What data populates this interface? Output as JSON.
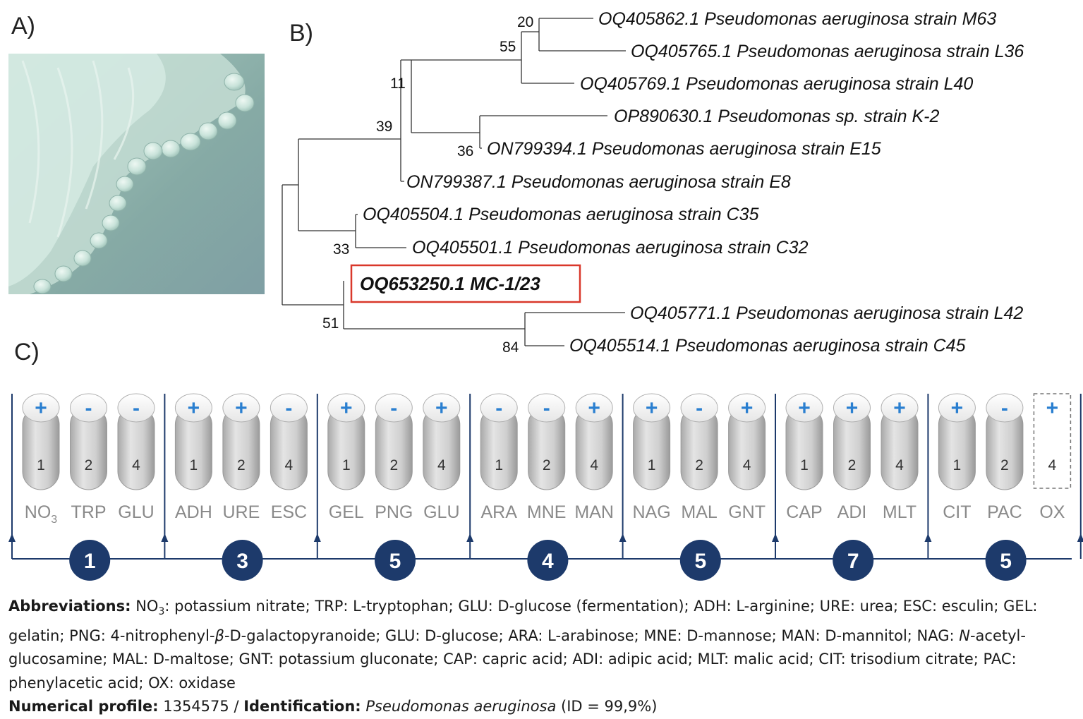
{
  "panels": {
    "a": "A)",
    "b": "B)",
    "c": "C)"
  },
  "tree": {
    "leaves": [
      {
        "id": "OQ405862.1",
        "label": "OQ405862.1 Pseudomonas aeruginosa strain M63"
      },
      {
        "id": "OQ405765.1",
        "label": "OQ405765.1 Pseudomonas aeruginosa strain L36"
      },
      {
        "id": "OQ405769.1",
        "label": "OQ405769.1 Pseudomonas aeruginosa strain L40"
      },
      {
        "id": "OP890630.1",
        "label": "OP890630.1 Pseudomonas sp. strain K-2"
      },
      {
        "id": "ON799394.1",
        "label": "ON799394.1 Pseudomonas aeruginosa strain E15"
      },
      {
        "id": "ON799387.1",
        "label": "ON799387.1 Pseudomonas aeruginosa strain E8"
      },
      {
        "id": "OQ405504.1",
        "label": "OQ405504.1 Pseudomonas aeruginosa strain C35"
      },
      {
        "id": "OQ405501.1",
        "label": "OQ405501.1 Pseudomonas aeruginosa strain C32"
      },
      {
        "id": "OQ653250.1",
        "label": "OQ653250.1 MC-1/23",
        "highlight": true,
        "highlight_color": "#d9382b"
      },
      {
        "id": "OQ405771.1",
        "label": "OQ405771.1 Pseudomonas aeruginosa strain L42"
      },
      {
        "id": "OQ405514.1",
        "label": "OQ405514.1 Pseudomonas aeruginosa strain C45"
      }
    ],
    "bootstrap": [
      "20",
      "55",
      "11",
      "39",
      "36",
      "33",
      "51",
      "84"
    ]
  },
  "strip": {
    "sign_color": "#2a7fd0",
    "group_color": "#1d3a6b",
    "groups": [
      {
        "total": "1",
        "tests": [
          {
            "code": "NO3",
            "sign": "+",
            "weight": "1"
          },
          {
            "code": "TRP",
            "sign": "-",
            "weight": "2"
          },
          {
            "code": "GLU",
            "sign": "-",
            "weight": "4"
          }
        ]
      },
      {
        "total": "3",
        "tests": [
          {
            "code": "ADH",
            "sign": "+",
            "weight": "1"
          },
          {
            "code": "URE",
            "sign": "+",
            "weight": "2"
          },
          {
            "code": "ESC",
            "sign": "-",
            "weight": "4"
          }
        ]
      },
      {
        "total": "5",
        "tests": [
          {
            "code": "GEL",
            "sign": "+",
            "weight": "1"
          },
          {
            "code": "PNG",
            "sign": "-",
            "weight": "2"
          },
          {
            "code": "GLU",
            "sign": "+",
            "weight": "4"
          }
        ]
      },
      {
        "total": "4",
        "tests": [
          {
            "code": "ARA",
            "sign": "-",
            "weight": "1"
          },
          {
            "code": "MNE",
            "sign": "-",
            "weight": "2"
          },
          {
            "code": "MAN",
            "sign": "+",
            "weight": "4"
          }
        ]
      },
      {
        "total": "5",
        "tests": [
          {
            "code": "NAG",
            "sign": "+",
            "weight": "1"
          },
          {
            "code": "MAL",
            "sign": "-",
            "weight": "2"
          },
          {
            "code": "GNT",
            "sign": "+",
            "weight": "4"
          }
        ]
      },
      {
        "total": "7",
        "tests": [
          {
            "code": "CAP",
            "sign": "+",
            "weight": "1"
          },
          {
            "code": "ADI",
            "sign": "+",
            "weight": "2"
          },
          {
            "code": "MLT",
            "sign": "+",
            "weight": "4"
          }
        ]
      },
      {
        "total": "5",
        "tests": [
          {
            "code": "CIT",
            "sign": "+",
            "weight": "1"
          },
          {
            "code": "PAC",
            "sign": "-",
            "weight": "2"
          },
          {
            "code": "OX",
            "sign": "+",
            "weight": "4",
            "dashed": true
          }
        ]
      }
    ]
  },
  "caption": {
    "abbr_label": "Abbreviations:",
    "no3_prefix": "NO",
    "no3_sub": "3",
    "abbr_text_1": ": potassium nitrate; TRP: L-tryptophan; GLU: D-glucose (fermentation); ADH: L-arginine; URE: urea; ESC: esculin; GEL: gelatin; PNG: 4-nitrophenyl-",
    "beta": "β",
    "abbr_text_2": "-D-galactopyranoide; GLU: D-glucose; ARA: L-arabinose; MNE: D-mannose; MAN: D-mannitol; NAG: ",
    "n_italic": "N",
    "abbr_text_3": "-acetyl-glucosamine; MAL: D-maltose; GNT: potassium gluconate; CAP: capric acid; ADI: adipic acid; MLT: malic acid; CIT: trisodium citrate; PAC: phenylacetic acid; OX: oxidase",
    "profile_label": "Numerical profile:",
    "profile_value": " 1354575 / ",
    "ident_label": "Identification:",
    "ident_species": "Pseudomonas aeruginosa",
    "ident_id": " (ID = 99,9%)"
  }
}
